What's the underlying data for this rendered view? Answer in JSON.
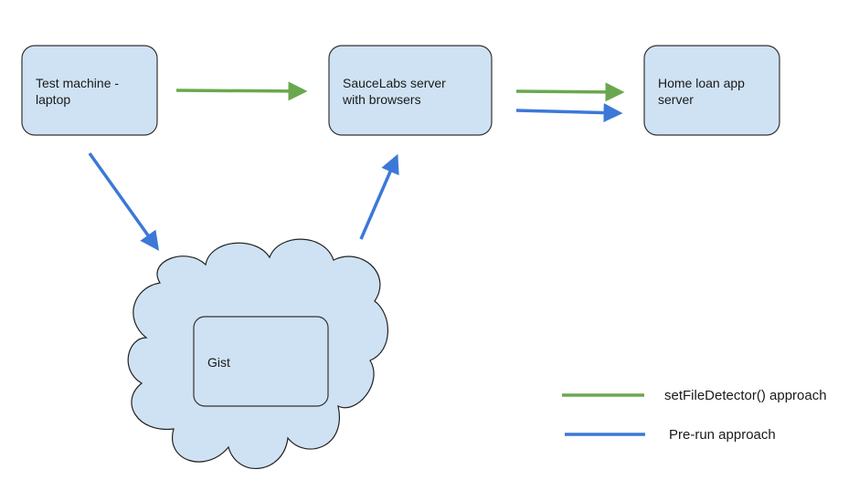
{
  "nodes": {
    "test_machine": {
      "lines": [
        "Test machine -",
        "laptop"
      ]
    },
    "saucelabs": {
      "lines": [
        "SauceLabs server",
        "with browsers"
      ]
    },
    "home_loan": {
      "lines": [
        "Home loan app",
        "server"
      ]
    },
    "gist": {
      "lines": [
        "Gist"
      ]
    }
  },
  "legend": {
    "green_label": "setFileDetector() approach",
    "blue_label": "Pre-run approach"
  },
  "colors": {
    "node_fill": "#cfe2f3",
    "node_stroke": "#333333",
    "green": "#6aa84f",
    "blue": "#3c78d8"
  }
}
